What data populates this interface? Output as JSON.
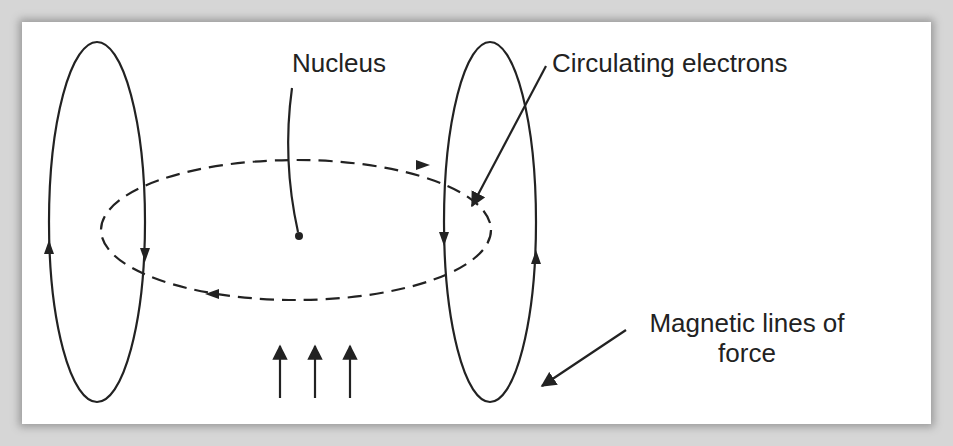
{
  "diagram": {
    "labels": [
      "Nucleus",
      "Circulating electrons",
      "Magnetic lines of force"
    ]
  }
}
